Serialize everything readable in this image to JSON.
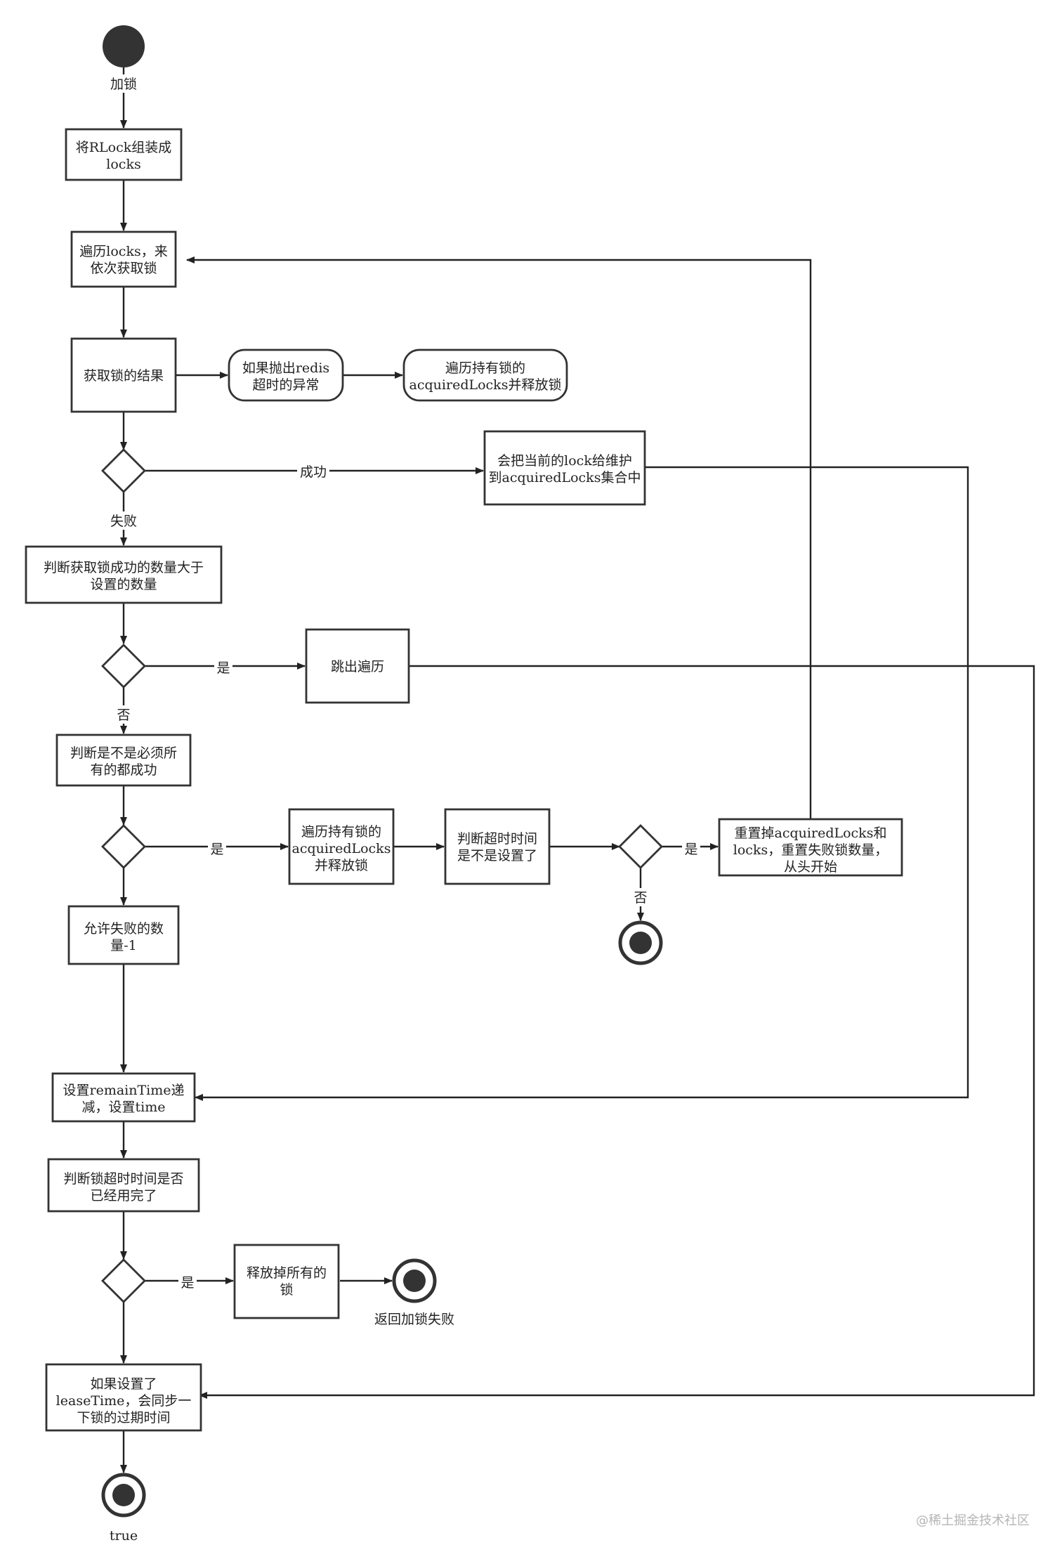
{
  "start_label": "加锁",
  "nodes": {
    "build_locks": [
      "将RLock组装成",
      "locks"
    ],
    "iterate_locks": [
      "遍历locks，来",
      "依次获取锁"
    ],
    "get_result": [
      "获取锁的结果"
    ],
    "redis_timeout": [
      "如果抛出redis",
      "超时的异常"
    ],
    "release_acquired": [
      "遍历持有锁的",
      "acquiredLocks并释放锁"
    ],
    "add_to_acquired": [
      "会把当前的lock给维护",
      "到acquiredLocks集合中"
    ],
    "check_success_count": [
      "判断获取锁成功的数量大于",
      "设置的数量"
    ],
    "break_loop": [
      "跳出遍历"
    ],
    "check_all_required": [
      "判断是不是必须所",
      "有的都成功"
    ],
    "release_acquired_2": [
      "遍历持有锁的",
      "acquiredLocks",
      "并释放锁"
    ],
    "check_timeout_set": [
      "判断超时时间",
      "是不是设置了"
    ],
    "reset_acquired": [
      "重置掉acquiredLocks和",
      "locks，重置失败锁数量，",
      "从头开始"
    ],
    "allowed_fail_dec": [
      "允许失败的数",
      "量-1"
    ],
    "set_remain_time": [
      "设置remainTime递",
      "减，设置time"
    ],
    "check_time_used": [
      "判断锁超时时间是否",
      "已经用完了"
    ],
    "release_all": [
      "释放掉所有的",
      "锁"
    ],
    "sync_lease": [
      "如果设置了",
      "leaseTime，会同步一",
      "下锁的过期时间"
    ]
  },
  "edge_labels": {
    "success": "成功",
    "fail": "失败",
    "yes_1": "是",
    "no_1": "否",
    "yes_2": "是",
    "yes_3": "是",
    "no_3": "否",
    "yes_4": "是"
  },
  "end_labels": {
    "fail_end": "返回加锁失败",
    "true_end": "true"
  },
  "watermark": "@稀土掘金技术社区"
}
